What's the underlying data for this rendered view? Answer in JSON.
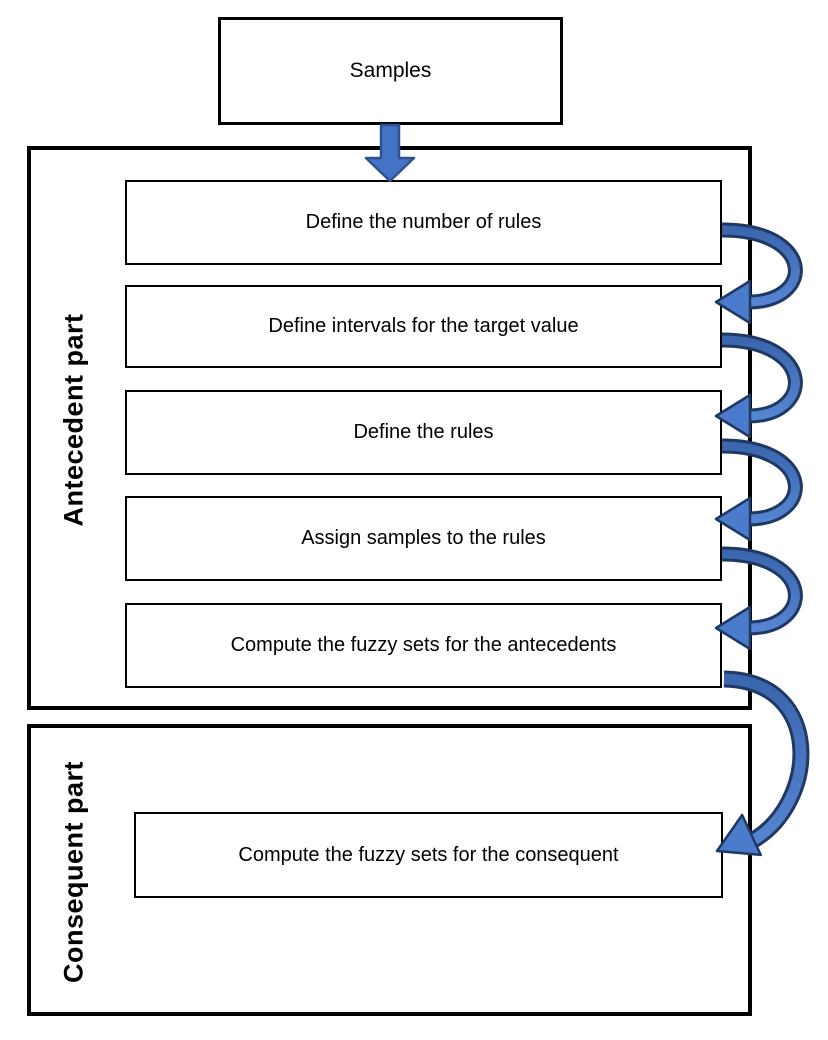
{
  "diagram": {
    "samples_label": "Samples",
    "antecedent": {
      "label": "Antecedent part",
      "steps": [
        "Define the number of rules",
        "Define intervals for the target value",
        "Define the rules",
        "Assign samples to the rules",
        "Compute the fuzzy sets for the antecedents"
      ]
    },
    "consequent": {
      "label": "Consequent part",
      "steps": [
        "Compute the fuzzy sets for the consequent"
      ]
    },
    "colors": {
      "arrow_fill": "#4472C4",
      "arrow_outline": "#1F3864",
      "box_border": "#000000",
      "background": "#FFFFFF",
      "text": "#000000"
    }
  }
}
